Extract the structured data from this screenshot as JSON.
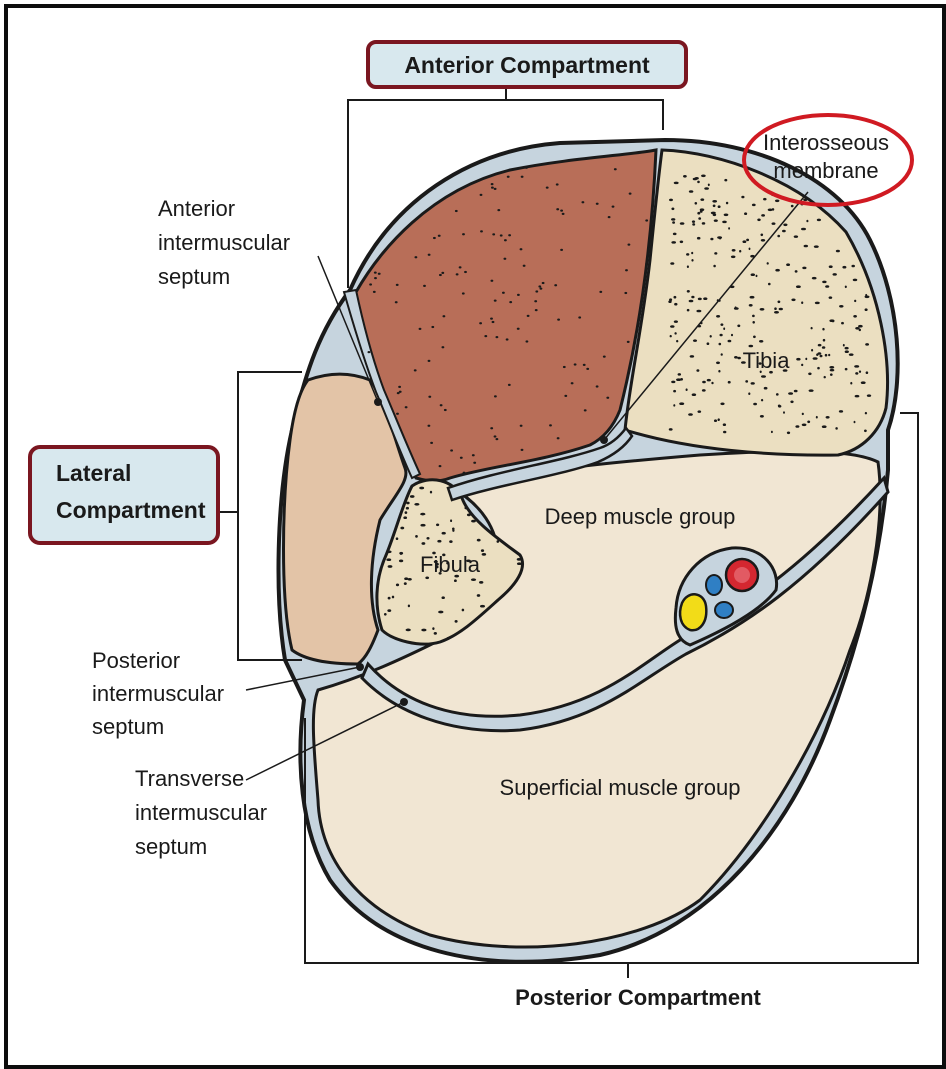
{
  "labels": {
    "anterior_compartment": "Anterior Compartment",
    "lateral_compartment": [
      "Lateral",
      "Compartment"
    ],
    "posterior_compartment": "Posterior Compartment",
    "interosseous_membrane": [
      "Interosseous",
      "membrane"
    ],
    "anterior_septum": [
      "Anterior",
      "intermuscular",
      "septum"
    ],
    "posterior_septum": [
      "Posterior",
      "intermuscular",
      "septum"
    ],
    "transverse_septum": [
      "Transverse",
      "intermuscular",
      "septum"
    ],
    "tibia": "Tibia",
    "fibula": "Fibula",
    "deep_muscle_group": "Deep muscle group",
    "superficial_muscle_group": "Superficial muscle group"
  },
  "colors": {
    "anterior_muscle": "#b86e58",
    "lateral_muscle": "#e3c4a7",
    "posterior_muscle": "#f1e6d3",
    "fascia": "#c6d4de",
    "bone": "#ebdfc1",
    "highlight_box_border": "#7a1620",
    "highlight_box_fill": "#d8e8ee",
    "highlight_circle": "#d01a22",
    "artery": "#d42730",
    "vein": "#2f7fc4",
    "nerve": "#f2dc18"
  }
}
